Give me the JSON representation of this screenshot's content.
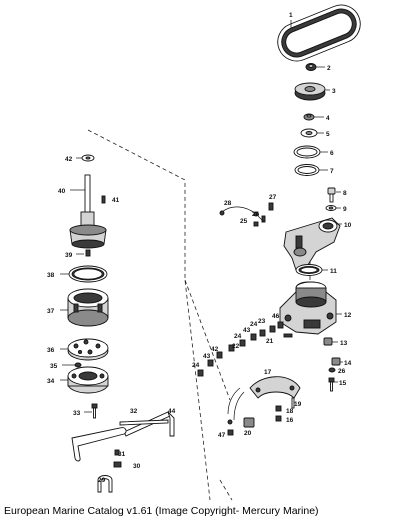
{
  "caption": "European Marine Catalog v1.61 (Image Copyright- Mercury Marine)",
  "callouts": {
    "c1": "1",
    "c2": "2",
    "c3": "3",
    "c4": "4",
    "c5": "5",
    "c6": "6",
    "c7": "7",
    "c8": "8",
    "c9": "9",
    "c10": "10",
    "c11": "11",
    "c12": "12",
    "c13": "13",
    "c14": "14",
    "c15": "15",
    "c16": "16",
    "c17": "17",
    "c18": "18",
    "c19": "19",
    "c20": "20",
    "c21": "21",
    "c22": "22",
    "c23": "23",
    "c24": "24",
    "c25": "25",
    "c26": "26",
    "c27": "27",
    "c28": "28",
    "c29": "29",
    "c30": "30",
    "c31": "31",
    "c32": "32",
    "c33": "33",
    "c34": "34",
    "c35": "35",
    "c36": "36",
    "c37": "37",
    "c38": "38",
    "c39": "39",
    "c40": "40",
    "c41": "41",
    "c42": "42",
    "c43": "43",
    "c44": "44",
    "c46": "46",
    "c47": "47"
  }
}
